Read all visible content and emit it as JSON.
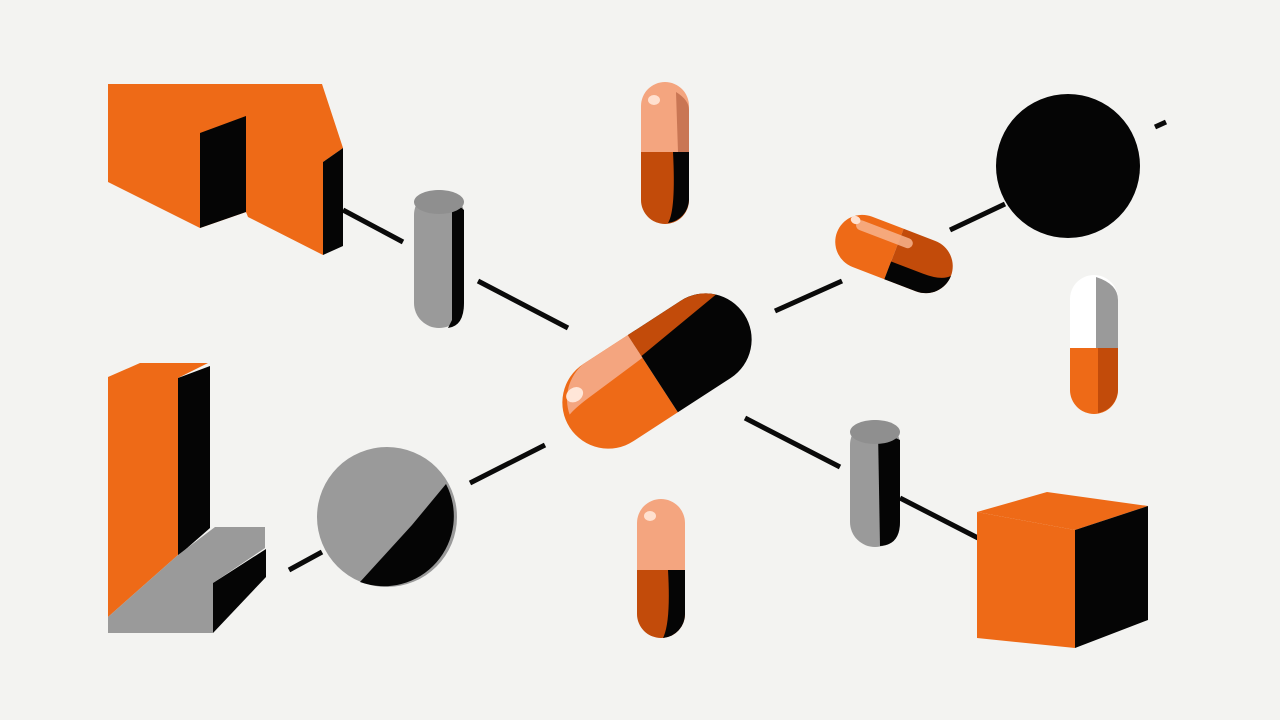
{
  "illustration": {
    "theme": "abstract pharmaceutical capsules and geometric shapes connected by lines",
    "colors": {
      "background": "#f3f3f1",
      "orange": "#ee6a17",
      "orange_dark": "#c24b0a",
      "peach": "#f4a57f",
      "grey": "#9a9a9a",
      "black": "#050505",
      "white": "#ffffff",
      "line": "#0a0a0a"
    },
    "elements": [
      "orange-house-block",
      "grey-cylinder",
      "vertical-capsule",
      "black-circle",
      "diagonal-capsule",
      "central-capsule",
      "white-orange-capsule",
      "orange-l-block",
      "half-grey-sphere",
      "orange-cube"
    ]
  }
}
